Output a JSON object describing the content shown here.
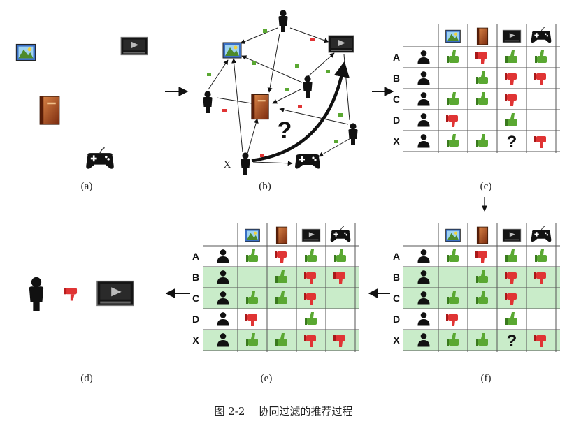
{
  "caption": {
    "number": "图 2-2",
    "text": "协同过滤的推荐过程"
  },
  "panels": {
    "a": "(a)",
    "b": "(b)",
    "c": "(c)",
    "d": "(d)",
    "e": "(e)",
    "f": "(f)"
  },
  "graph_user_label": "X",
  "unknown_mark": "?",
  "users": [
    "A",
    "B",
    "C",
    "D",
    "X"
  ],
  "items": [
    "picture-icon",
    "book-icon",
    "video-icon",
    "gamepad-icon"
  ],
  "ratings": [
    [
      "like",
      "dislike",
      "like",
      "like"
    ],
    [
      "",
      "like",
      "dislike",
      "dislike"
    ],
    [
      "like",
      "like",
      "dislike",
      ""
    ],
    [
      "dislike",
      "",
      "like",
      ""
    ],
    [
      "like",
      "like",
      "?",
      "dislike"
    ]
  ],
  "ratings_e": [
    [
      "like",
      "dislike",
      "like",
      "like"
    ],
    [
      "",
      "like",
      "dislike",
      "dislike"
    ],
    [
      "like",
      "like",
      "dislike",
      ""
    ],
    [
      "dislike",
      "",
      "like",
      ""
    ],
    [
      "like",
      "like",
      "dislike",
      "dislike"
    ]
  ],
  "similar_rows": [
    1,
    2,
    4
  ],
  "colors": {
    "like": "#5aa832",
    "dislike": "#e03434",
    "highlight": "#c9ecc9",
    "person": "#111111",
    "grid": "#555555"
  }
}
